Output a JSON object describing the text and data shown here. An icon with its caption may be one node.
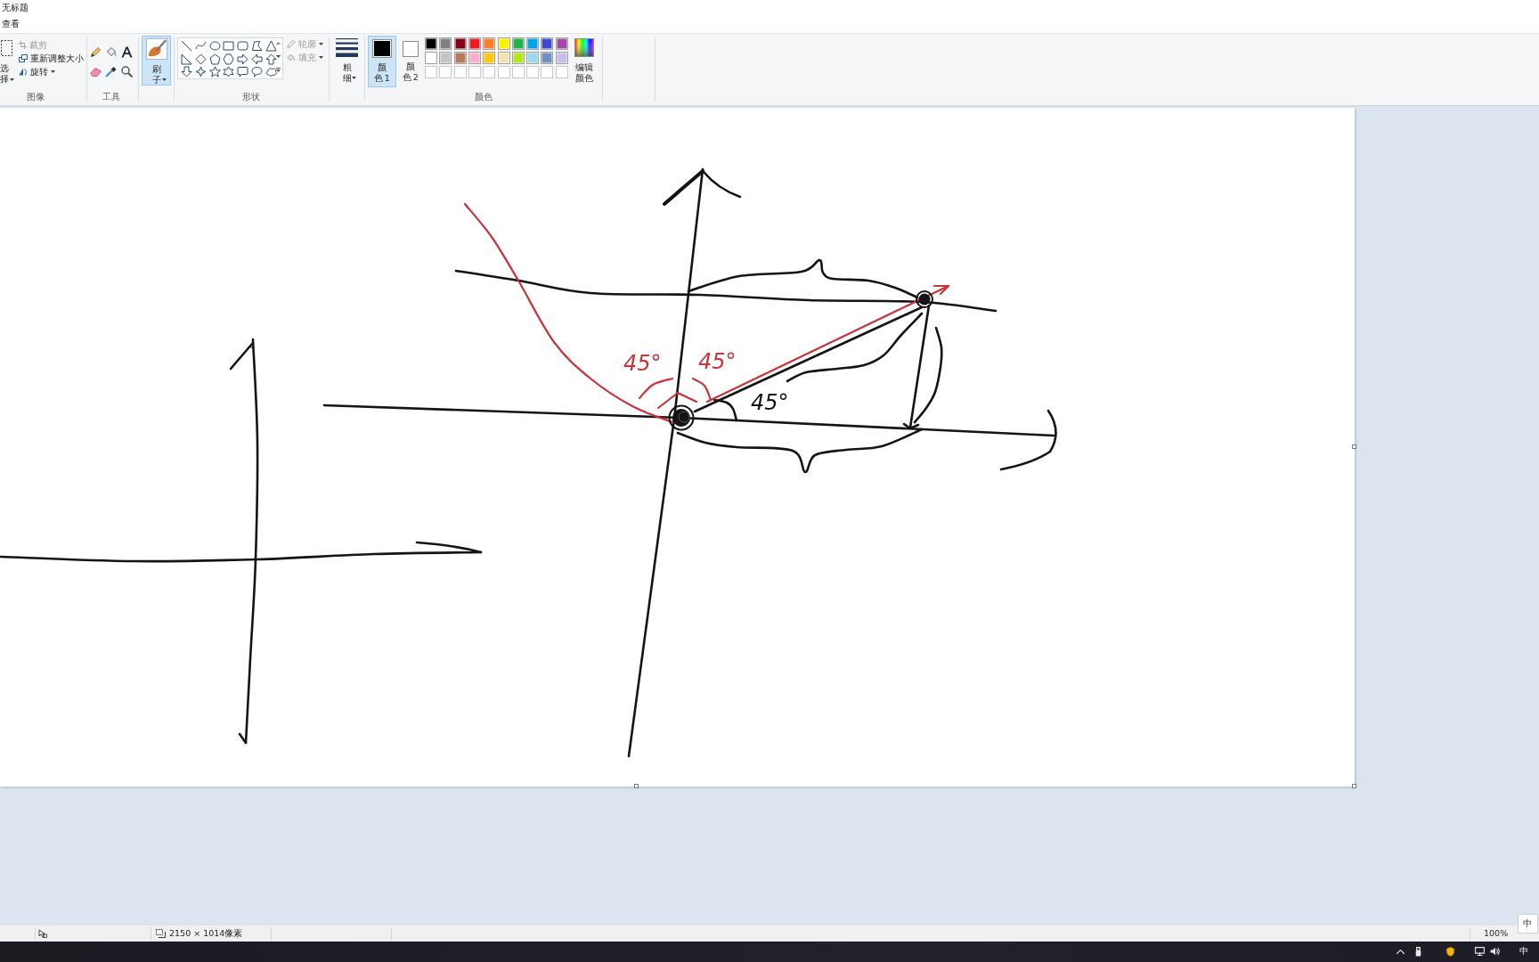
{
  "diagram": {
    "labels": [
      "无标题",
      "查看",
      "选择",
      "裁剪",
      "重新调整大小",
      "旋转",
      "刷子",
      "轮廓",
      "填充",
      "粗细",
      "颜色 1",
      "颜色 2",
      "编辑颜色",
      "图像",
      "工具",
      "形状",
      "颜色",
      "45°",
      "45°",
      "45°",
      "2150 × 1014像素",
      "100%",
      "中",
      "中"
    ]
  }
}
